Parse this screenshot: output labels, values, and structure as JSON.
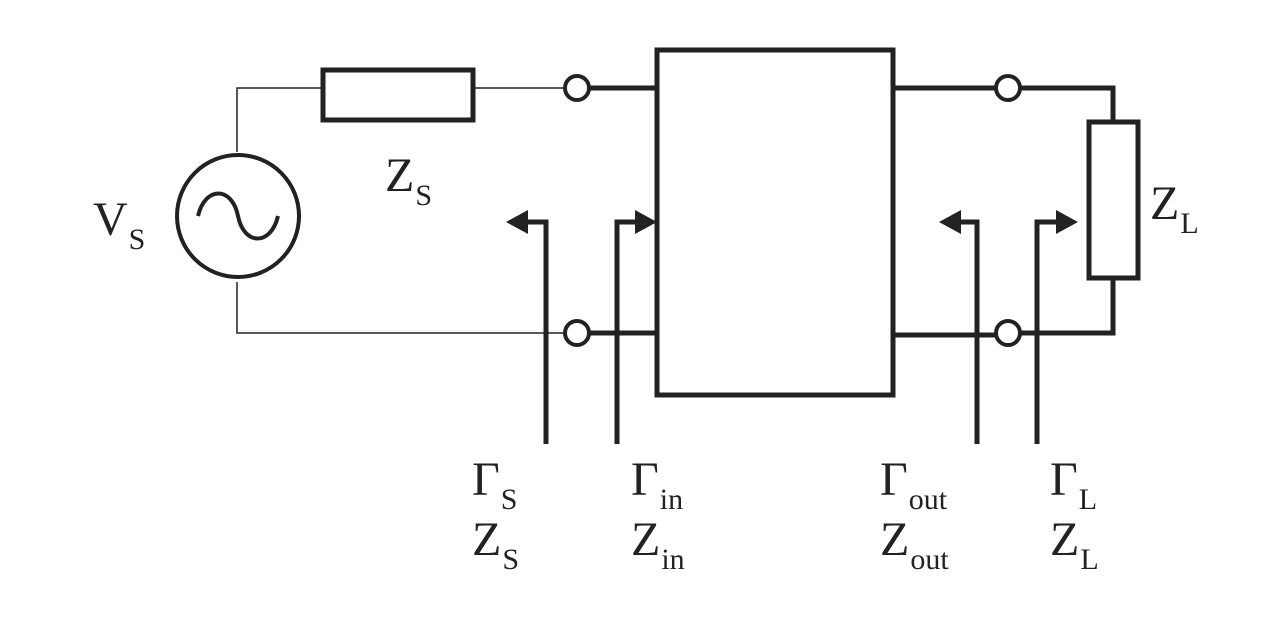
{
  "colors": {
    "line": "#222222",
    "background": "#ffffff"
  },
  "source": {
    "main": "V",
    "sub": "S"
  },
  "source_impedance": {
    "main": "Z",
    "sub": "S"
  },
  "load_impedance": {
    "main": "Z",
    "sub": "L"
  },
  "reference_planes": [
    {
      "gamma_main": "Γ",
      "gamma_sub": "S",
      "z_main": "Z",
      "z_sub": "S"
    },
    {
      "gamma_main": "Γ",
      "gamma_sub": "in",
      "z_main": "Z",
      "z_sub": "in"
    },
    {
      "gamma_main": "Γ",
      "gamma_sub": "out",
      "z_main": "Z",
      "z_sub": "out"
    },
    {
      "gamma_main": "Γ",
      "gamma_sub": "L",
      "z_main": "Z",
      "z_sub": "L"
    }
  ]
}
